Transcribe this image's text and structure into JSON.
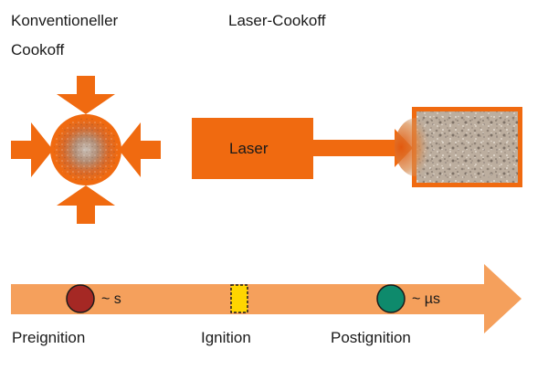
{
  "colors": {
    "orange": "#f06a10",
    "orange_light": "#f5a05c",
    "red_marker": "#a52824",
    "yellow_marker": "#ffd500",
    "teal_marker": "#0e8a6c",
    "granular_base": "#b8aa9c"
  },
  "titles": {
    "conventional_line1": "Konventioneller",
    "conventional_line2": "Cookoff",
    "laser": "Laser-Cookoff"
  },
  "laser": {
    "label": "Laser"
  },
  "timeline": {
    "markers": [
      {
        "label": "Preignition",
        "time": "~ s"
      },
      {
        "label": "Ignition",
        "time": ""
      },
      {
        "label": "Postignition",
        "time": "~ µs"
      }
    ]
  }
}
